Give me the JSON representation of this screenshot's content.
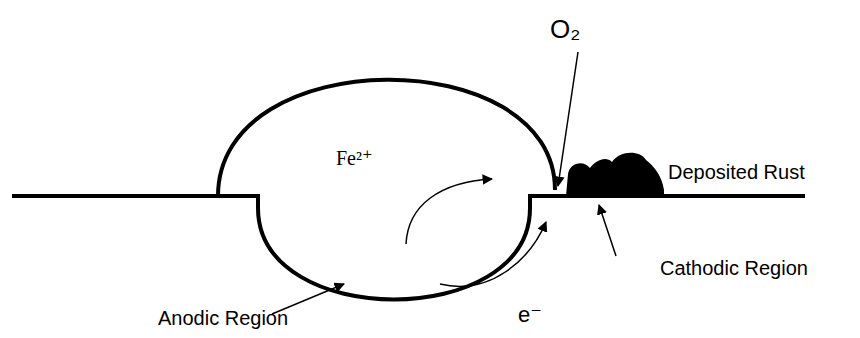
{
  "diagram": {
    "labels": [
      "O₂",
      "Fe²⁺",
      "Deposited Rust",
      "Cathodic Region",
      "Anodic Region",
      "e⁻"
    ]
  }
}
